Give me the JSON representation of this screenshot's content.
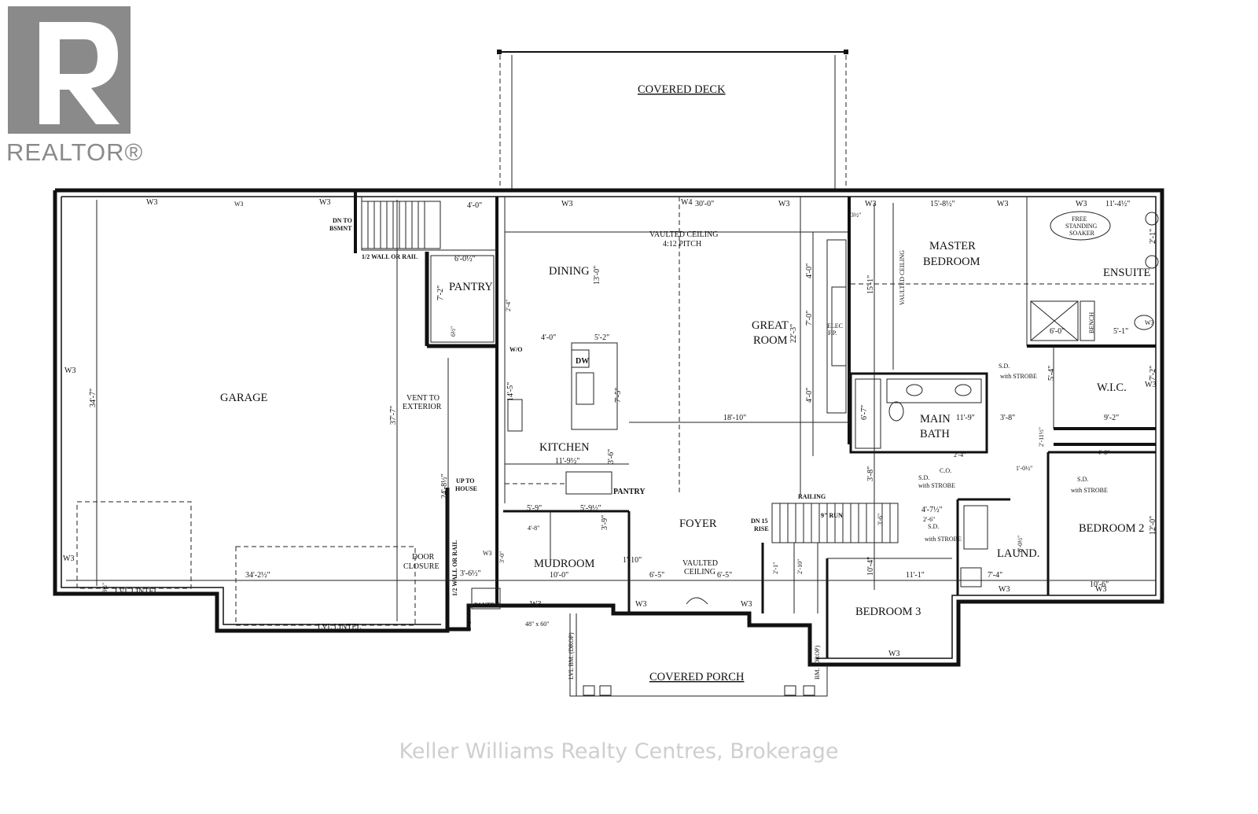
{
  "logo": {
    "brand": "REALTOR®"
  },
  "watermark": "Keller Williams Realty Centres, Brokerage",
  "rooms": {
    "covered_deck": "COVERED DECK",
    "garage": "GARAGE",
    "dining": "DINING",
    "pantry": "PANTRY",
    "kitchen": "KITCHEN",
    "pantry_kitchen": "PANTRY",
    "great_room_1": "GREAT",
    "great_room_2": "ROOM",
    "master_bedroom_1": "MASTER",
    "master_bedroom_2": "BEDROOM",
    "ensuite": "ENSUITE",
    "wic": "W.I.C.",
    "main_bath_1": "MAIN",
    "main_bath_2": "BATH",
    "foyer": "FOYER",
    "mudroom": "MUDROOM",
    "bedroom_3": "BEDROOM 3",
    "bedroom_2": "BEDROOM 2",
    "laundry": "LAUND.",
    "covered_porch": "COVERED PORCH",
    "pantry_mud": "PANTRY"
  },
  "notes": {
    "vaulted_ceiling": "VAULTED CEILING",
    "pitch": "4:12 PITCH",
    "dn_to_1": "DN TO",
    "dn_to_2": "BSMNT",
    "half_wall_top": "1/2 WALL OR RAIL",
    "half_wall_side": "1/2 WALL OR RAIL",
    "vent_1": "VENT TO",
    "vent_2": "EXTERIOR",
    "up_to_1": "UP TO",
    "up_to_2": "HOUSE",
    "door_1": "DOOR",
    "door_2": "CLOSURE",
    "lvl_lintel_1": "LVL LINTEL",
    "lvl_lintel_2": "LVL LINTEL",
    "vaulted_ceiling_master": "VAULTED CEILING",
    "vaulted_1": "VAULTED",
    "vaulted_2": "CEILING",
    "elec_1": "ELEC",
    "elec_2": "F.P.",
    "free_1": "FREE",
    "free_2": "STANDING",
    "free_3": "SOAKER",
    "bench": "BENCH",
    "dw": "DW",
    "wo": "W/O",
    "railing": "RAILING",
    "run": "9\" RUN",
    "dn15_1": "DN 15",
    "dn15_2": "RISE",
    "co": "C.O.",
    "sd_1": "S.D.",
    "sd_strobe_1": "with STROBE",
    "sd_2": "S.D.",
    "sd_strobe_2": "with STROBE",
    "sd_3": "S.D.",
    "sd_strobe_3": "with STROBE",
    "sd_4": "S.D.",
    "sd_strobe_4": "with STROBE",
    "window_48": "48\" x 60\"",
    "drop_left": "LVL BM. (DROP)",
    "drop_right": "BM. (DROP)"
  },
  "windows": [
    "W3",
    "W3",
    "W3",
    "W3",
    "W4",
    "W3",
    "W3",
    "W3",
    "W3",
    "W3",
    "W3",
    "W3",
    "W3",
    "W3",
    "W3",
    "W3",
    "W3",
    "W3",
    "W3",
    "W3"
  ],
  "dims": {
    "d_30_0": "30'-0\"",
    "d_15_8h": "15'-8½\"",
    "d_11_4h": "11'-4½\"",
    "d_4_0a": "4'-0\"",
    "d_6_0h": "6'-0½\"",
    "d_13_0": "13'-0\"",
    "d_7_2": "7'-2\"",
    "d_2_4a": "2'-4\"",
    "d_6h": "6½\"",
    "d_4_0b": "4'-0\"",
    "d_5_2": "5'-2\"",
    "d_14_5": "14'-5\"",
    "d_7_5": "7'-5\"",
    "d_18_10": "18'-10\"",
    "d_11_9h": "11'-9½\"",
    "d_3_6": "3'-6\"",
    "d_34_7": "34'-7\"",
    "d_37_7": "37'-7\"",
    "d_24_8h": "24'-8½\"",
    "d_34_2h": "34'-2½\"",
    "d_8h": "8½\"",
    "d_3_0": "3'-0\"",
    "d_3_6h": "3'-6½\"",
    "d_5_9": "5'-9\"",
    "d_5_9h": "5'-9½\"",
    "d_3_9": "3'-9\"",
    "d_10_0": "10'-0\"",
    "d_6_5a": "6'-5\"",
    "d_6_5b": "6'-5\"",
    "d_1_10": "1'-10\"",
    "d_4_8a": "4'-8\"",
    "d_4_0c": "4'-0\"",
    "d_7_0": "7'-0\"",
    "d_4_0d": "4'-0\"",
    "d_22_3": "22'-3\"",
    "d_15_1": "15'-1\"",
    "d_3h": "3½\"",
    "d_6_7": "6'-7\"",
    "d_11_9": "11'-9\"",
    "d_2_4b": "2'-4\"",
    "d_3_8a": "3'-8\"",
    "d_3_8b": "3'-8\"",
    "d_9_2": "9'-2\"",
    "d_5_4": "5'-4\"",
    "d_7_2b": "7'-2\"",
    "d_2_1": "2'-1\"",
    "d_6_0": "6'-0\"",
    "d_5_1": "5'-1\"",
    "d_2_11h": "2'-11½\"",
    "d_4_7h": "4'-7½\"",
    "d_2_6": "2'-6\"",
    "d_10_4": "10'-4\"",
    "d_11_1": "11'-1\"",
    "d_7_4": "7'-4\"",
    "d_8_0h": "8'-0½\"",
    "d_12_0": "12'-0\"",
    "d_10_6": "10'-6\"",
    "d_4_8b": "4'-8\"",
    "d_1_0h": "1'-0½\"",
    "d_1_6": "1'-6\"",
    "d_2_1a": "2'-1\"",
    "d_2_10": "2'-10\"",
    "d_3_6b": "3'-6\""
  }
}
